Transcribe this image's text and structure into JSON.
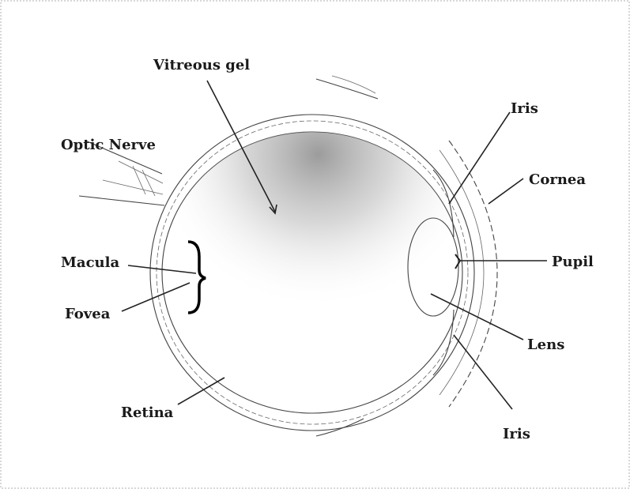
{
  "labels": {
    "vitreous_gel": "Vitreous gel",
    "optic_nerve": "Optic Nerve",
    "macula": "Macula",
    "fovea": "Fovea",
    "retina": "Retina",
    "iris_top": "Iris",
    "cornea": "Cornea",
    "pupil": "Pupil",
    "lens": "Lens",
    "iris_bottom": "Iris"
  }
}
